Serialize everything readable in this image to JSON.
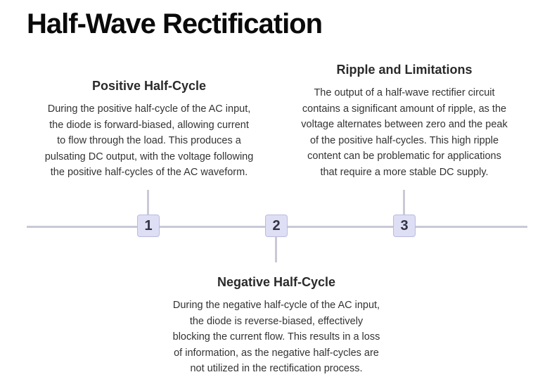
{
  "title": "Half-Wave Rectification",
  "steps": [
    {
      "number": "1",
      "heading": "Positive Half-Cycle",
      "lines": [
        "During the positive half-cycle of the AC input,",
        "the diode is forward-biased, allowing current",
        "to flow through the load. This produces a",
        "pulsating DC output, with the voltage following",
        "the positive half-cycles of the AC waveform."
      ]
    },
    {
      "number": "2",
      "heading": "Negative Half-Cycle",
      "lines": [
        "During the negative half-cycle of the AC input,",
        "the diode is reverse-biased, effectively",
        "blocking the current flow. This results in a loss",
        "of information, as the negative half-cycles are",
        "not utilized in the rectification process."
      ]
    },
    {
      "number": "3",
      "heading": "Ripple and Limitations",
      "lines": [
        "The output of a half-wave rectifier circuit",
        "contains a significant amount of ripple, as the",
        "voltage alternates between zero and the peak",
        "of the positive half-cycles. This high ripple",
        "content can be problematic for applications",
        "that require a more stable DC supply."
      ]
    }
  ],
  "colors": {
    "line": "#c9cad6",
    "marker_fill": "#dedff5",
    "marker_border": "#b9bbe0"
  }
}
